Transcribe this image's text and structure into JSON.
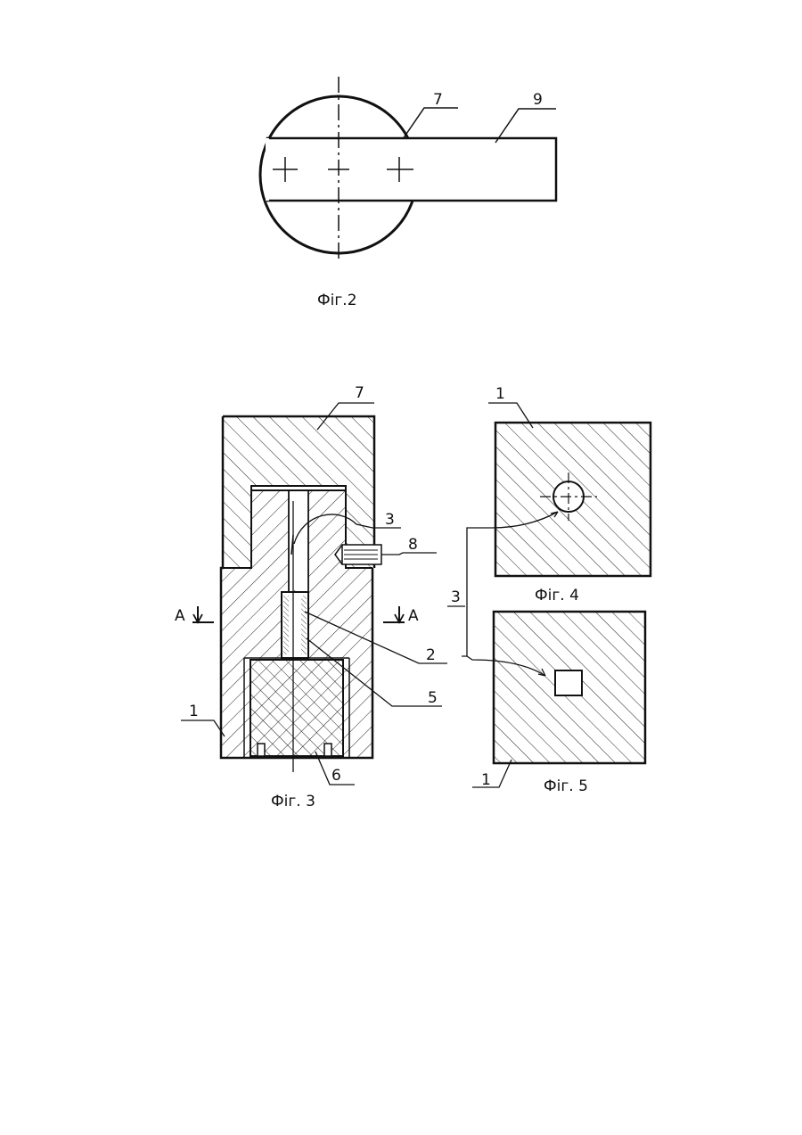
{
  "fig2": {
    "caption": "Фіг.2",
    "labels": {
      "seven": "7",
      "nine": "9"
    }
  },
  "fig3": {
    "caption": "Фіг. 3",
    "labels": {
      "seven": "7",
      "three": "3",
      "eight": "8",
      "two": "2",
      "five": "5",
      "one": "1",
      "six": "6",
      "section_left": "A",
      "section_right": "A"
    }
  },
  "fig4": {
    "caption": "Фіг. 4",
    "labels": {
      "one": "1"
    }
  },
  "fig5": {
    "caption": "Фіг. 5",
    "labels": {
      "one": "1"
    }
  },
  "shared": {
    "three": "3"
  },
  "colors": {
    "ink": "#111111",
    "paper": "#ffffff"
  }
}
